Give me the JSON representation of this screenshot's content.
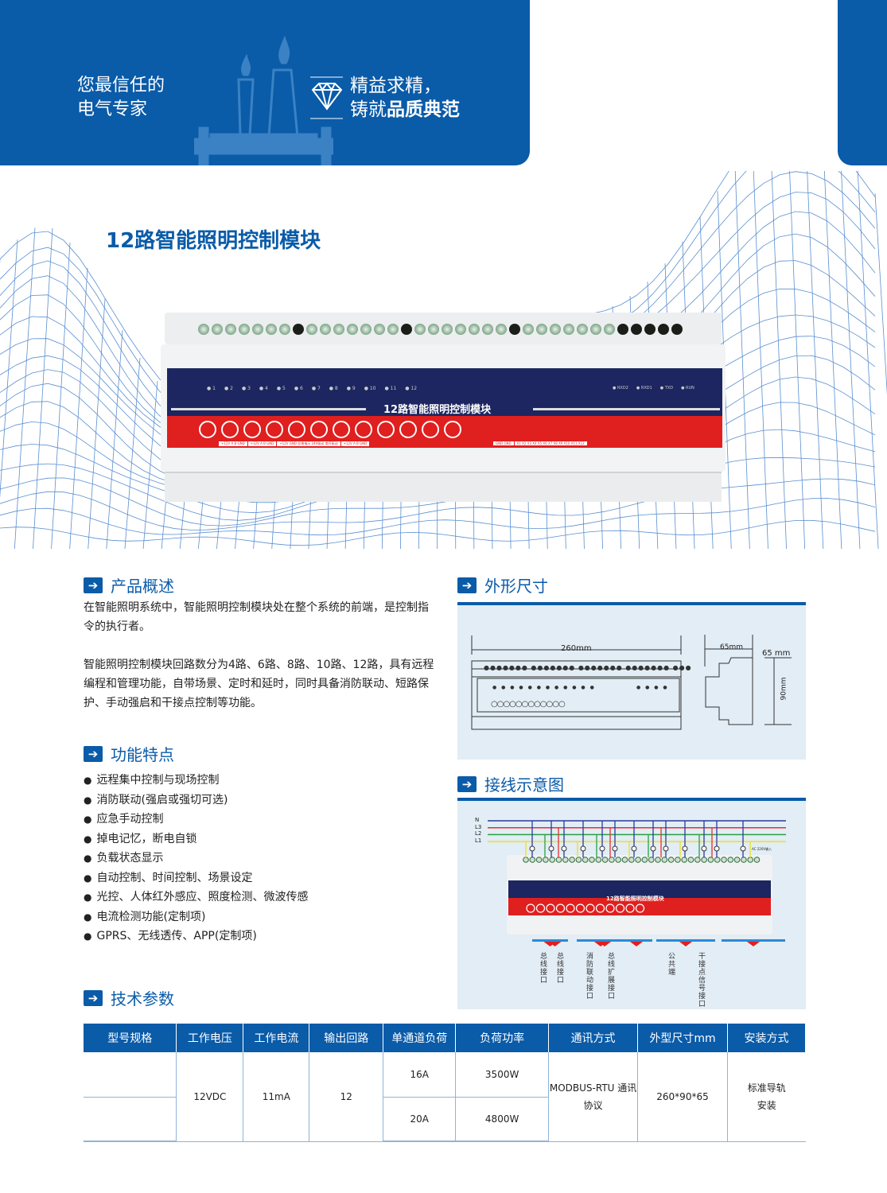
{
  "header": {
    "slogan_left": [
      "您最信任的",
      "电气专家"
    ],
    "slogan_right_line1": "精益求精，",
    "slogan_right_line2_prefix": "铸就",
    "slogan_right_line2_bold": "品质典范"
  },
  "product": {
    "title": "12路智能照明控制模块",
    "panel_title": "12路智能照明控制模块",
    "channels": [
      "1",
      "2",
      "3",
      "4",
      "5",
      "6",
      "7",
      "8",
      "9",
      "10",
      "11",
      "12"
    ],
    "status_leds": [
      "RXD2",
      "RXD1",
      "TXD",
      "RUN"
    ],
    "terminal_groups_left": [
      "+12V A B GND",
      "+12V A B GND",
      "+12V GND 反馈指示 24V驱动 常开驱动",
      "+12V A B GND"
    ],
    "terminal_groups_right": [
      "GND GND",
      "X1 X2 X3 X4 X5 X6 X7 X8 X9 X10 X11 X12"
    ]
  },
  "overview": {
    "heading": "产品概述",
    "p1": "在智能照明系统中，智能照明控制模块处在整个系统的前端，是控制指令的执行者。",
    "p2": "智能照明控制模块回路数分为4路、6路、8路、10路、12路，具有远程编程和管理功能，自带场景、定时和延时，同时具备消防联动、短路保护、手动强启和干接点控制等功能。"
  },
  "features": {
    "heading": "功能特点",
    "items": [
      "远程集中控制与现场控制",
      "消防联动(强启或强切可选)",
      "应急手动控制",
      "掉电记忆，断电自锁",
      "负载状态显示",
      "自动控制、时间控制、场景设定",
      "光控、人体红外感应、照度检测、微波传感",
      "电流检测功能(定制项)",
      "GPRS、无线透传、APP(定制项)"
    ]
  },
  "dimensions": {
    "heading": "外形尺寸",
    "width": "260mm",
    "depth_top": "65mm",
    "depth_side": "65 mm",
    "height": "90mm"
  },
  "wiring": {
    "heading": "接线示意图",
    "lines": [
      "N",
      "L3",
      "L2",
      "L1"
    ],
    "ac_label": "AC 220V输入",
    "ports": [
      "总线接口",
      "总线接口",
      "消防联动接口",
      "总线扩展接口",
      "公共端",
      "干接点信号接口"
    ],
    "line_colors": [
      "#2b3aa0",
      "#e53030",
      "#2aa040",
      "#f0e020"
    ]
  },
  "specs": {
    "heading": "技术参数",
    "columns": [
      "型号规格",
      "工作电压",
      "工作电流",
      "输出回路",
      "单通道负荷",
      "负荷功率",
      "通讯方式",
      "外型尺寸mm",
      "安装方式"
    ],
    "model": "",
    "voltage": "12VDC",
    "current": "11mA",
    "outputs": "12",
    "loads": [
      "16A",
      "20A"
    ],
    "powers": [
      "3500W",
      "4800W"
    ],
    "comm": "MODBUS-RTU 通讯协议",
    "size": "260*90*65",
    "install": "标准导轨 安装"
  },
  "colors": {
    "brand_blue": "#0a5ba8",
    "panel_navy": "#1d2660",
    "panel_red": "#e01f1f"
  }
}
